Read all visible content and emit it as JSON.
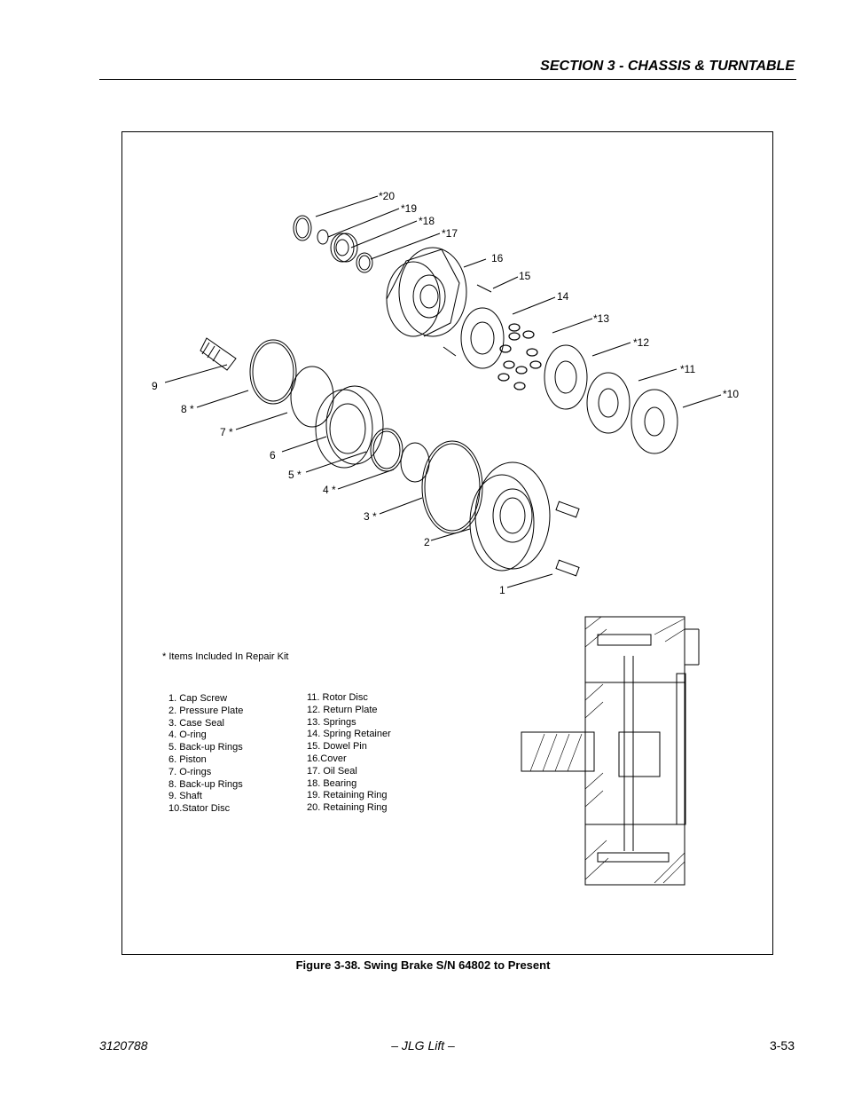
{
  "header": {
    "section_title": "SECTION 3 - CHASSIS & TURNTABLE"
  },
  "figure": {
    "callouts": [
      {
        "id": "c20",
        "text": "*20"
      },
      {
        "id": "c19",
        "text": "*19"
      },
      {
        "id": "c18",
        "text": "*18"
      },
      {
        "id": "c17",
        "text": "*17"
      },
      {
        "id": "c16",
        "text": "16"
      },
      {
        "id": "c15",
        "text": "15"
      },
      {
        "id": "c14",
        "text": "14"
      },
      {
        "id": "c13",
        "text": "*13"
      },
      {
        "id": "c12",
        "text": "*12"
      },
      {
        "id": "c11",
        "text": "*11"
      },
      {
        "id": "c10",
        "text": "*10"
      },
      {
        "id": "c9",
        "text": "9"
      },
      {
        "id": "c8",
        "text": "8 *"
      },
      {
        "id": "c7",
        "text": "7 *"
      },
      {
        "id": "c6",
        "text": "6"
      },
      {
        "id": "c5",
        "text": "5 *"
      },
      {
        "id": "c4",
        "text": "4 *"
      },
      {
        "id": "c3",
        "text": "3 *"
      },
      {
        "id": "c2",
        "text": "2"
      },
      {
        "id": "c1",
        "text": "1"
      }
    ],
    "kit_note": "* Items Included In Repair Kit",
    "legend_left": [
      "1. Cap Screw",
      "2. Pressure Plate",
      "3. Case Seal",
      "4. O-ring",
      "5. Back-up Rings",
      "6. Piston",
      "7. O-rings",
      "8. Back-up Rings",
      "9. Shaft",
      "10.Stator Disc"
    ],
    "legend_right": [
      "11. Rotor Disc",
      "12. Return Plate",
      "13. Springs",
      "14. Spring Retainer",
      "15. Dowel Pin",
      "16.Cover",
      "17. Oil Seal",
      "18. Bearing",
      "19. Retaining Ring",
      "20. Retaining Ring"
    ]
  },
  "caption": "Figure 3-38.  Swing Brake S/N 64802 to Present",
  "footer": {
    "doc_number": "3120788",
    "center": "– JLG Lift –",
    "page": "3-53"
  }
}
